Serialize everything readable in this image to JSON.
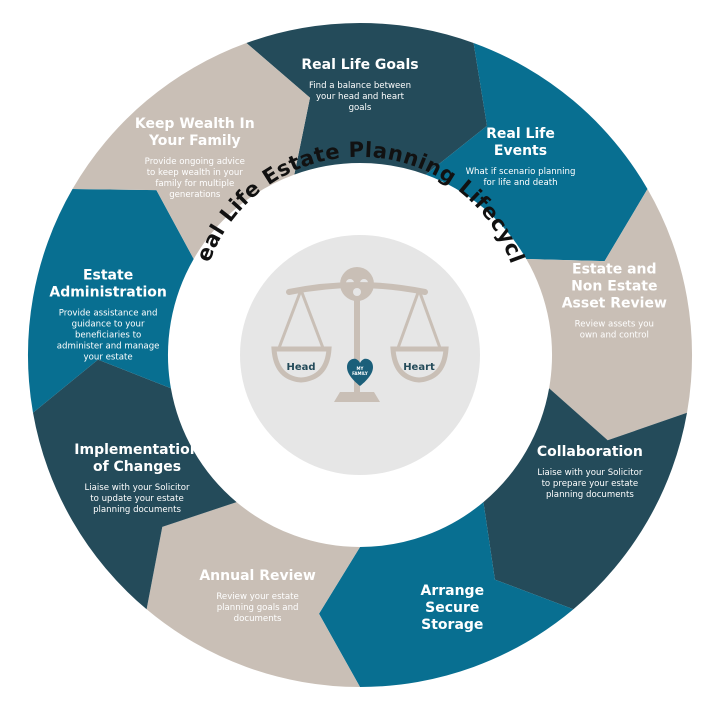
{
  "diagram": {
    "ring_title": "Real Life Estate Planning Lifecycle",
    "colors": {
      "dark": "#244B5A",
      "teal": "#086F91",
      "taupe": "#C9BFB6",
      "taupe_text": "#FFFFFF",
      "hub": "#E6E6E6",
      "scale": "#C9BFB6",
      "heart": "#1B5F7A"
    },
    "segments": [
      {
        "id": "real-life-goals",
        "color": "dark",
        "title": [
          "Real Life Goals"
        ],
        "desc": [
          "Find a balance between",
          "your head and heart",
          "goals"
        ]
      },
      {
        "id": "real-life-events",
        "color": "teal",
        "title": [
          "Real Life",
          "Events"
        ],
        "desc": [
          "What if scenario planning",
          "for life and death"
        ]
      },
      {
        "id": "estate-review",
        "color": "taupe",
        "title": [
          "Estate and",
          "Non Estate",
          "Asset Review"
        ],
        "desc": [
          "Review assets you",
          "own and control"
        ]
      },
      {
        "id": "collaboration",
        "color": "dark",
        "title": [
          "Collaboration"
        ],
        "desc": [
          "Liaise with your Solicitor",
          "to prepare your estate",
          "planning documents"
        ]
      },
      {
        "id": "arrange-storage",
        "color": "teal",
        "title": [
          "Arrange",
          "Secure",
          "Storage"
        ],
        "desc": []
      },
      {
        "id": "annual-review",
        "color": "taupe",
        "title": [
          "Annual Review"
        ],
        "desc": [
          "Review your estate",
          "planning goals and",
          "documents"
        ]
      },
      {
        "id": "implementation",
        "color": "dark",
        "title": [
          "Implementation",
          "of Changes"
        ],
        "desc": [
          "Liaise with your Solicitor",
          "to update your estate",
          "planning documents"
        ]
      },
      {
        "id": "estate-administration",
        "color": "teal",
        "title": [
          "Estate",
          "Administration"
        ],
        "desc": [
          "Provide assistance and",
          "guidance to your",
          "beneficiaries to",
          "administer and manage",
          "your estate"
        ]
      },
      {
        "id": "keep-wealth",
        "color": "taupe",
        "title": [
          "Keep Wealth In",
          "Your Family"
        ],
        "desc": [
          "Provide ongoing advice",
          "to keep wealth in your",
          "family for multiple",
          "generations"
        ]
      }
    ],
    "scale": {
      "left_pan_label": "Head",
      "right_pan_label": "Heart",
      "heart_label": [
        "MY",
        "FAMILY"
      ]
    }
  }
}
